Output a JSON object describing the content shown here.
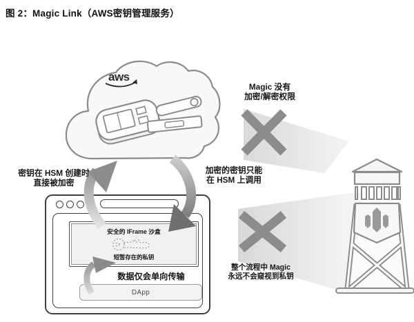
{
  "figure": {
    "title": "图 2：Magic Link（AWS密钥管理服务）"
  },
  "cloud": {
    "aws_logo": "aws"
  },
  "annotations": {
    "no_permission": [
      "Magic 没有",
      "加密/解密权限"
    ],
    "key_created": [
      "密钥在 HSM 创建时",
      "直接被加密"
    ],
    "encrypted_key": [
      "加密的密钥只能",
      "在 HSM 上调用"
    ],
    "never_see": [
      "整个流程中 Magic",
      "永远不会窥视到私钥"
    ],
    "one_way": "数据仅会单向传输"
  },
  "browser": {
    "iframe_title": "安全的 IFrame 沙盒",
    "private_key_caption": "短暂存在的私钥",
    "dapp_button": "DApp"
  },
  "icons": {
    "x_mark": "blocked-cross",
    "key": "dotted-private-key",
    "devices": [
      "trezor-hardware-wallet",
      "ledger-hardware-wallet"
    ],
    "lighthouse": "magic-lighthouse",
    "traffic_lights": "browser-window-dots"
  },
  "colors": {
    "outline": "#8a8a8a",
    "x_mark": "#8c8c8c",
    "text": "#141414",
    "beam": "#d8d8d8",
    "iframe_fill": "#f1f1f1"
  }
}
